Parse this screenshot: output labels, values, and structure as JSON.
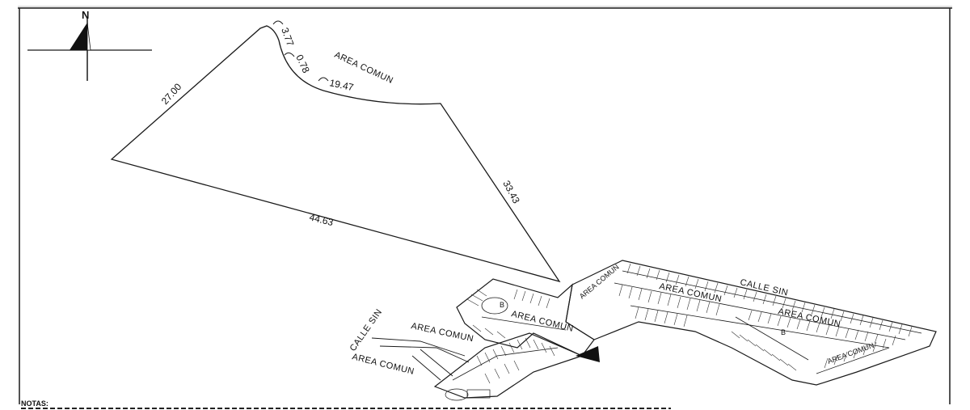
{
  "map": {
    "north_label": "N",
    "lot_dimensions": {
      "arc_1": "3.77",
      "arc_2": "0.78",
      "arc_3": "19.47",
      "west_side": "27.00",
      "south_side": "44.63",
      "east_side": "33.43"
    },
    "lot_area_label": "AREA COMUN",
    "subdivision": {
      "street_label_1": "CALLE SIN",
      "street_label_2": "CALLE SIN",
      "area_labels": [
        "AREA COMUN",
        "AREA COMUN",
        "AREA COMUN",
        "AREA COMUN",
        "AREA COMUN",
        "AREA COMUN",
        "AREA COMUN"
      ],
      "block_letter": "B"
    },
    "notes_heading": "NOTAS:"
  }
}
